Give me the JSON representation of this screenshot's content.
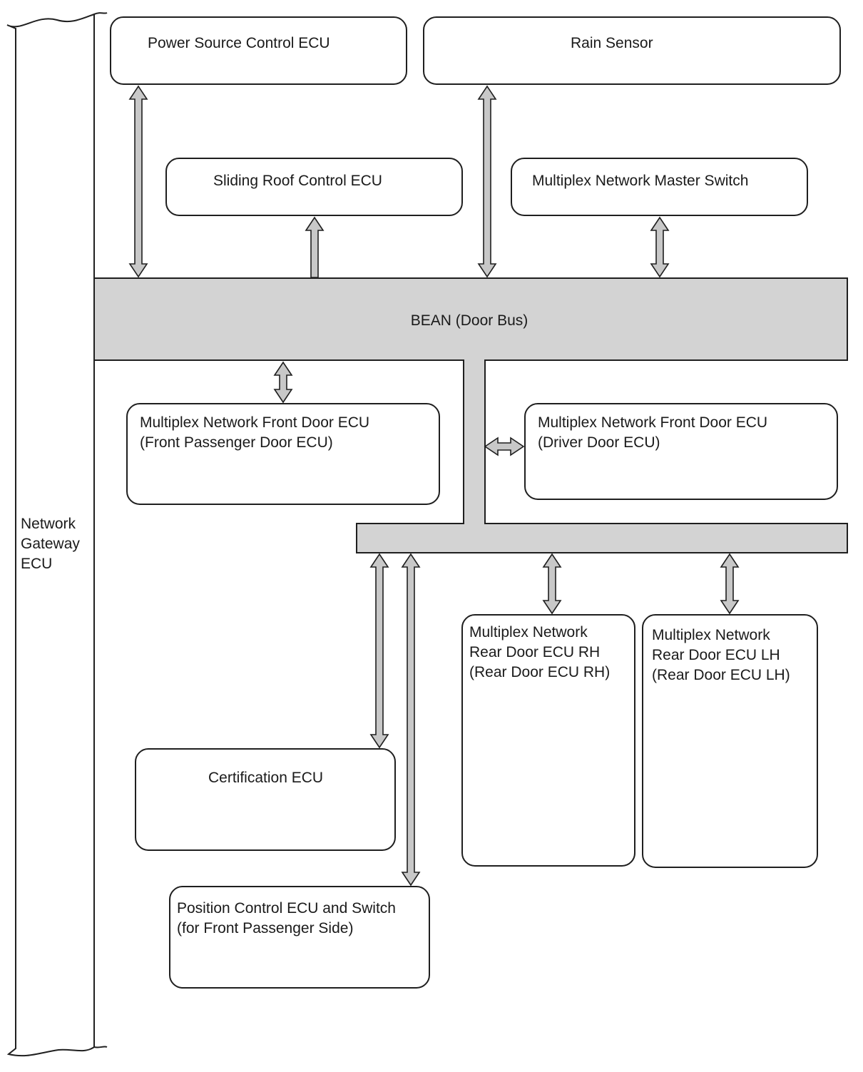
{
  "gateway": {
    "line1": "Network",
    "line2": "Gateway",
    "line3": "ECU"
  },
  "bus": {
    "label": "BEAN (Door Bus)"
  },
  "nodes": {
    "power_source": {
      "line1": "Power Source Control ECU"
    },
    "rain_sensor": {
      "line1": "Rain Sensor"
    },
    "sliding_roof": {
      "line1": "Sliding Roof Control ECU"
    },
    "master_switch": {
      "line1": "Multiplex Network Master Switch"
    },
    "front_passenger": {
      "line1": "Multiplex Network Front Door ECU",
      "line2": "(Front Passenger Door ECU)"
    },
    "driver_door": {
      "line1": "Multiplex Network Front Door ECU",
      "line2": "(Driver Door ECU)"
    },
    "rear_rh": {
      "line1": "Multiplex Network",
      "line2": "Rear Door ECU RH",
      "line3": "(Rear Door ECU RH)"
    },
    "rear_lh": {
      "line1": "Multiplex Network",
      "line2": "Rear Door  ECU LH",
      "line3": "(Rear Door ECU LH)"
    },
    "certification": {
      "line1": "Certification ECU"
    },
    "position_control": {
      "line1": "Position Control ECU and Switch",
      "line2": "(for Front Passenger Side)"
    }
  },
  "colors": {
    "bus_fill": "#d3d3d3",
    "arrow_fill": "#c8c8c8",
    "stroke": "#1f1f1f"
  }
}
